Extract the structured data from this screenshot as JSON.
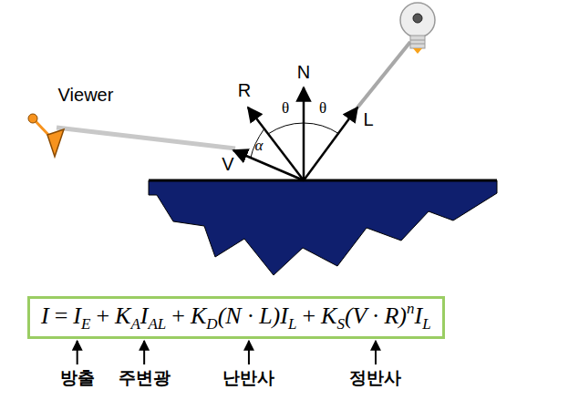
{
  "diagram": {
    "nodes": [
      {
        "text": [
          "I",
          "=",
          "I",
          "E",
          "+",
          "K",
          "A",
          "I",
          "AL",
          "+",
          "K",
          "D",
          "(N · L)",
          "I",
          "L",
          "+",
          "K",
          "S",
          "(V · R)",
          "n",
          "I",
          "L"
        ]
      }
    ],
    "labels": [
      "Viewer",
      "R",
      "N",
      "L",
      "V",
      "θ",
      "θ",
      "α",
      "방출",
      "주변광",
      "난반사",
      "정반사"
    ]
  }
}
